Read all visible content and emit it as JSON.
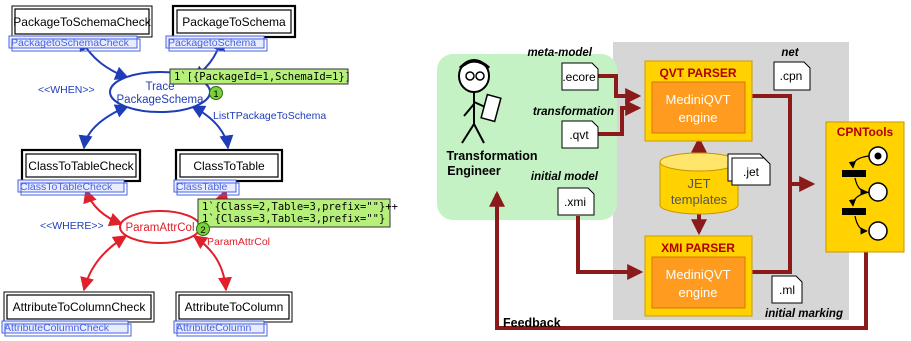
{
  "left_diagram": {
    "nodes": {
      "package_to_schema_check": "PackageToSchemaCheck",
      "package_to_schema": "PackageToSchema",
      "class_to_table_check": "ClassToTableCheck",
      "class_to_table": "ClassToTable",
      "attribute_to_column_check": "AttributeToColumnCheck",
      "attribute_to_column": "AttributeToColumn"
    },
    "tags": {
      "packageto_schema_check": "PackagetoSchemaCheck",
      "packageto_schema": "PackagetoSchema",
      "class_to_table_check": "ClassToTableCheck",
      "class_table": "ClassTable",
      "attribute_column_check": "AttributeColumnCheck",
      "attribute_column": "AttributeColumn"
    },
    "places": {
      "trace_line1": "Trace",
      "trace_line2": "PackageSchema",
      "param_attr_col": "ParamAttrCol"
    },
    "labels": {
      "when": "<<WHEN>>",
      "where": "<<WHERE>>",
      "list_t_package_to_schema": "ListTPackageToSchema",
      "param_attr_col_red": "ParamAttrCol"
    },
    "markings": {
      "trace": "1`[{PackageId=1,SchemaId=1}]",
      "param_line1": "1`{Class=2,Table=3,prefix=\"\"}++",
      "param_line2": "1`{Class=3,Table=3,prefix=\"\"}"
    },
    "token_counts": {
      "trace": "1",
      "param": "2"
    }
  },
  "right_diagram": {
    "engineer_line1": "Transformation",
    "engineer_line2": "Engineer",
    "meta_model": "meta-model",
    "ecore": ".ecore",
    "transformation": "transformation",
    "qvt": ".qvt",
    "initial_model": "initial model",
    "xmi": ".xmi",
    "qvt_parser": "QVT PARSER",
    "qvt_engine_line1": "MediniQVT",
    "qvt_engine_line2": "engine",
    "xmi_parser": "XMI PARSER",
    "xmi_engine_line1": "MediniQVT",
    "xmi_engine_line2": "engine",
    "jet_line1": "JET",
    "jet_line2": "templates",
    "jet_file": ".jet",
    "net": "net",
    "cpn": ".cpn",
    "ml": ".ml",
    "initial_marking": "initial marking",
    "cpntools": "CPNTools",
    "feedback": "Feedback"
  },
  "colors": {
    "blue_arc": "#1f3db8",
    "red_arc": "#e0202a",
    "dark_red_arrow": "#8b1a1a",
    "marking_green": "#b6f07a",
    "token_green": "#79d23a",
    "parser_orange": "#ff9b1e",
    "parser_yellow": "#ffd200",
    "engineer_panel": "#c5f2c5",
    "tools_panel": "#d6d6d6",
    "tag_blue": "#4a63e0"
  }
}
